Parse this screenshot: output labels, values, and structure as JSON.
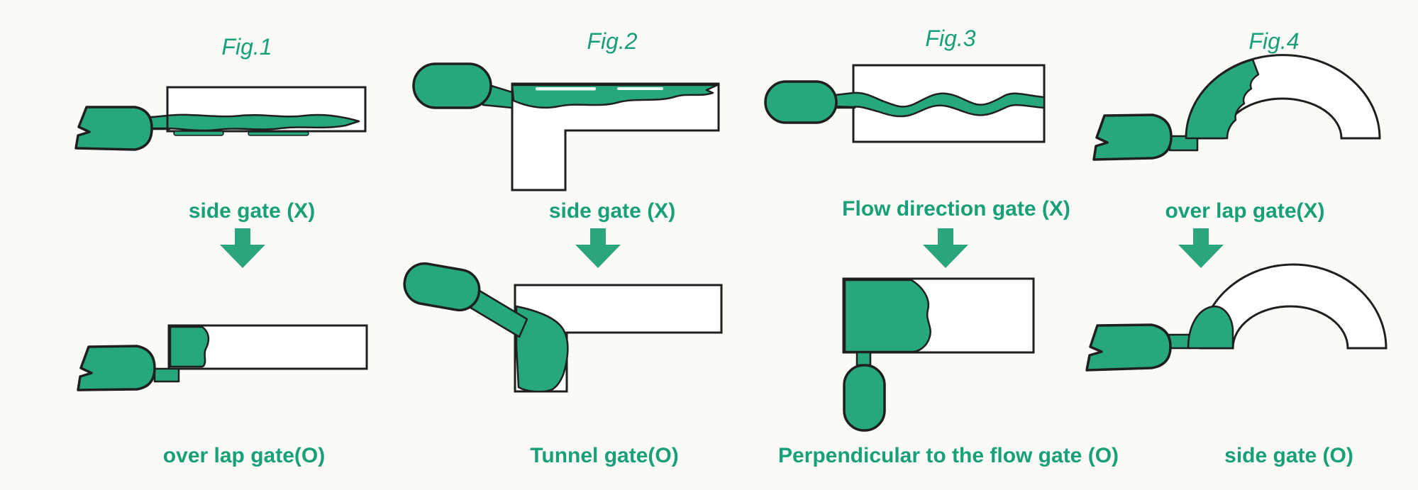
{
  "page": {
    "background": "#fbfaf7",
    "description": "Injection molding gate design comparison diagram: four figures showing a poor gate type (X) transformed into a recommended gate type (O)"
  },
  "colors": {
    "melt_green": "#26a77e",
    "text_green": "#18a078",
    "outline_dark": "#1f1f1f",
    "cavity_white": "#ffffff"
  },
  "icons": {
    "transition_arrow": "down-arrow"
  },
  "figures": [
    {
      "id": "fig1",
      "title": "Fig.1",
      "bad_label": "side gate (X)",
      "good_label": "over lap gate(O)"
    },
    {
      "id": "fig2",
      "title": "Fig.2",
      "bad_label": "side gate (X)",
      "good_label": "Tunnel gate(O)"
    },
    {
      "id": "fig3",
      "title": "Fig.3",
      "bad_label": "Flow direction gate (X)",
      "good_label": "Perpendicular to the flow gate (O)"
    },
    {
      "id": "fig4",
      "title": "Fig.4",
      "bad_label": "over lap gate(X)",
      "good_label": "side gate (O)"
    }
  ]
}
